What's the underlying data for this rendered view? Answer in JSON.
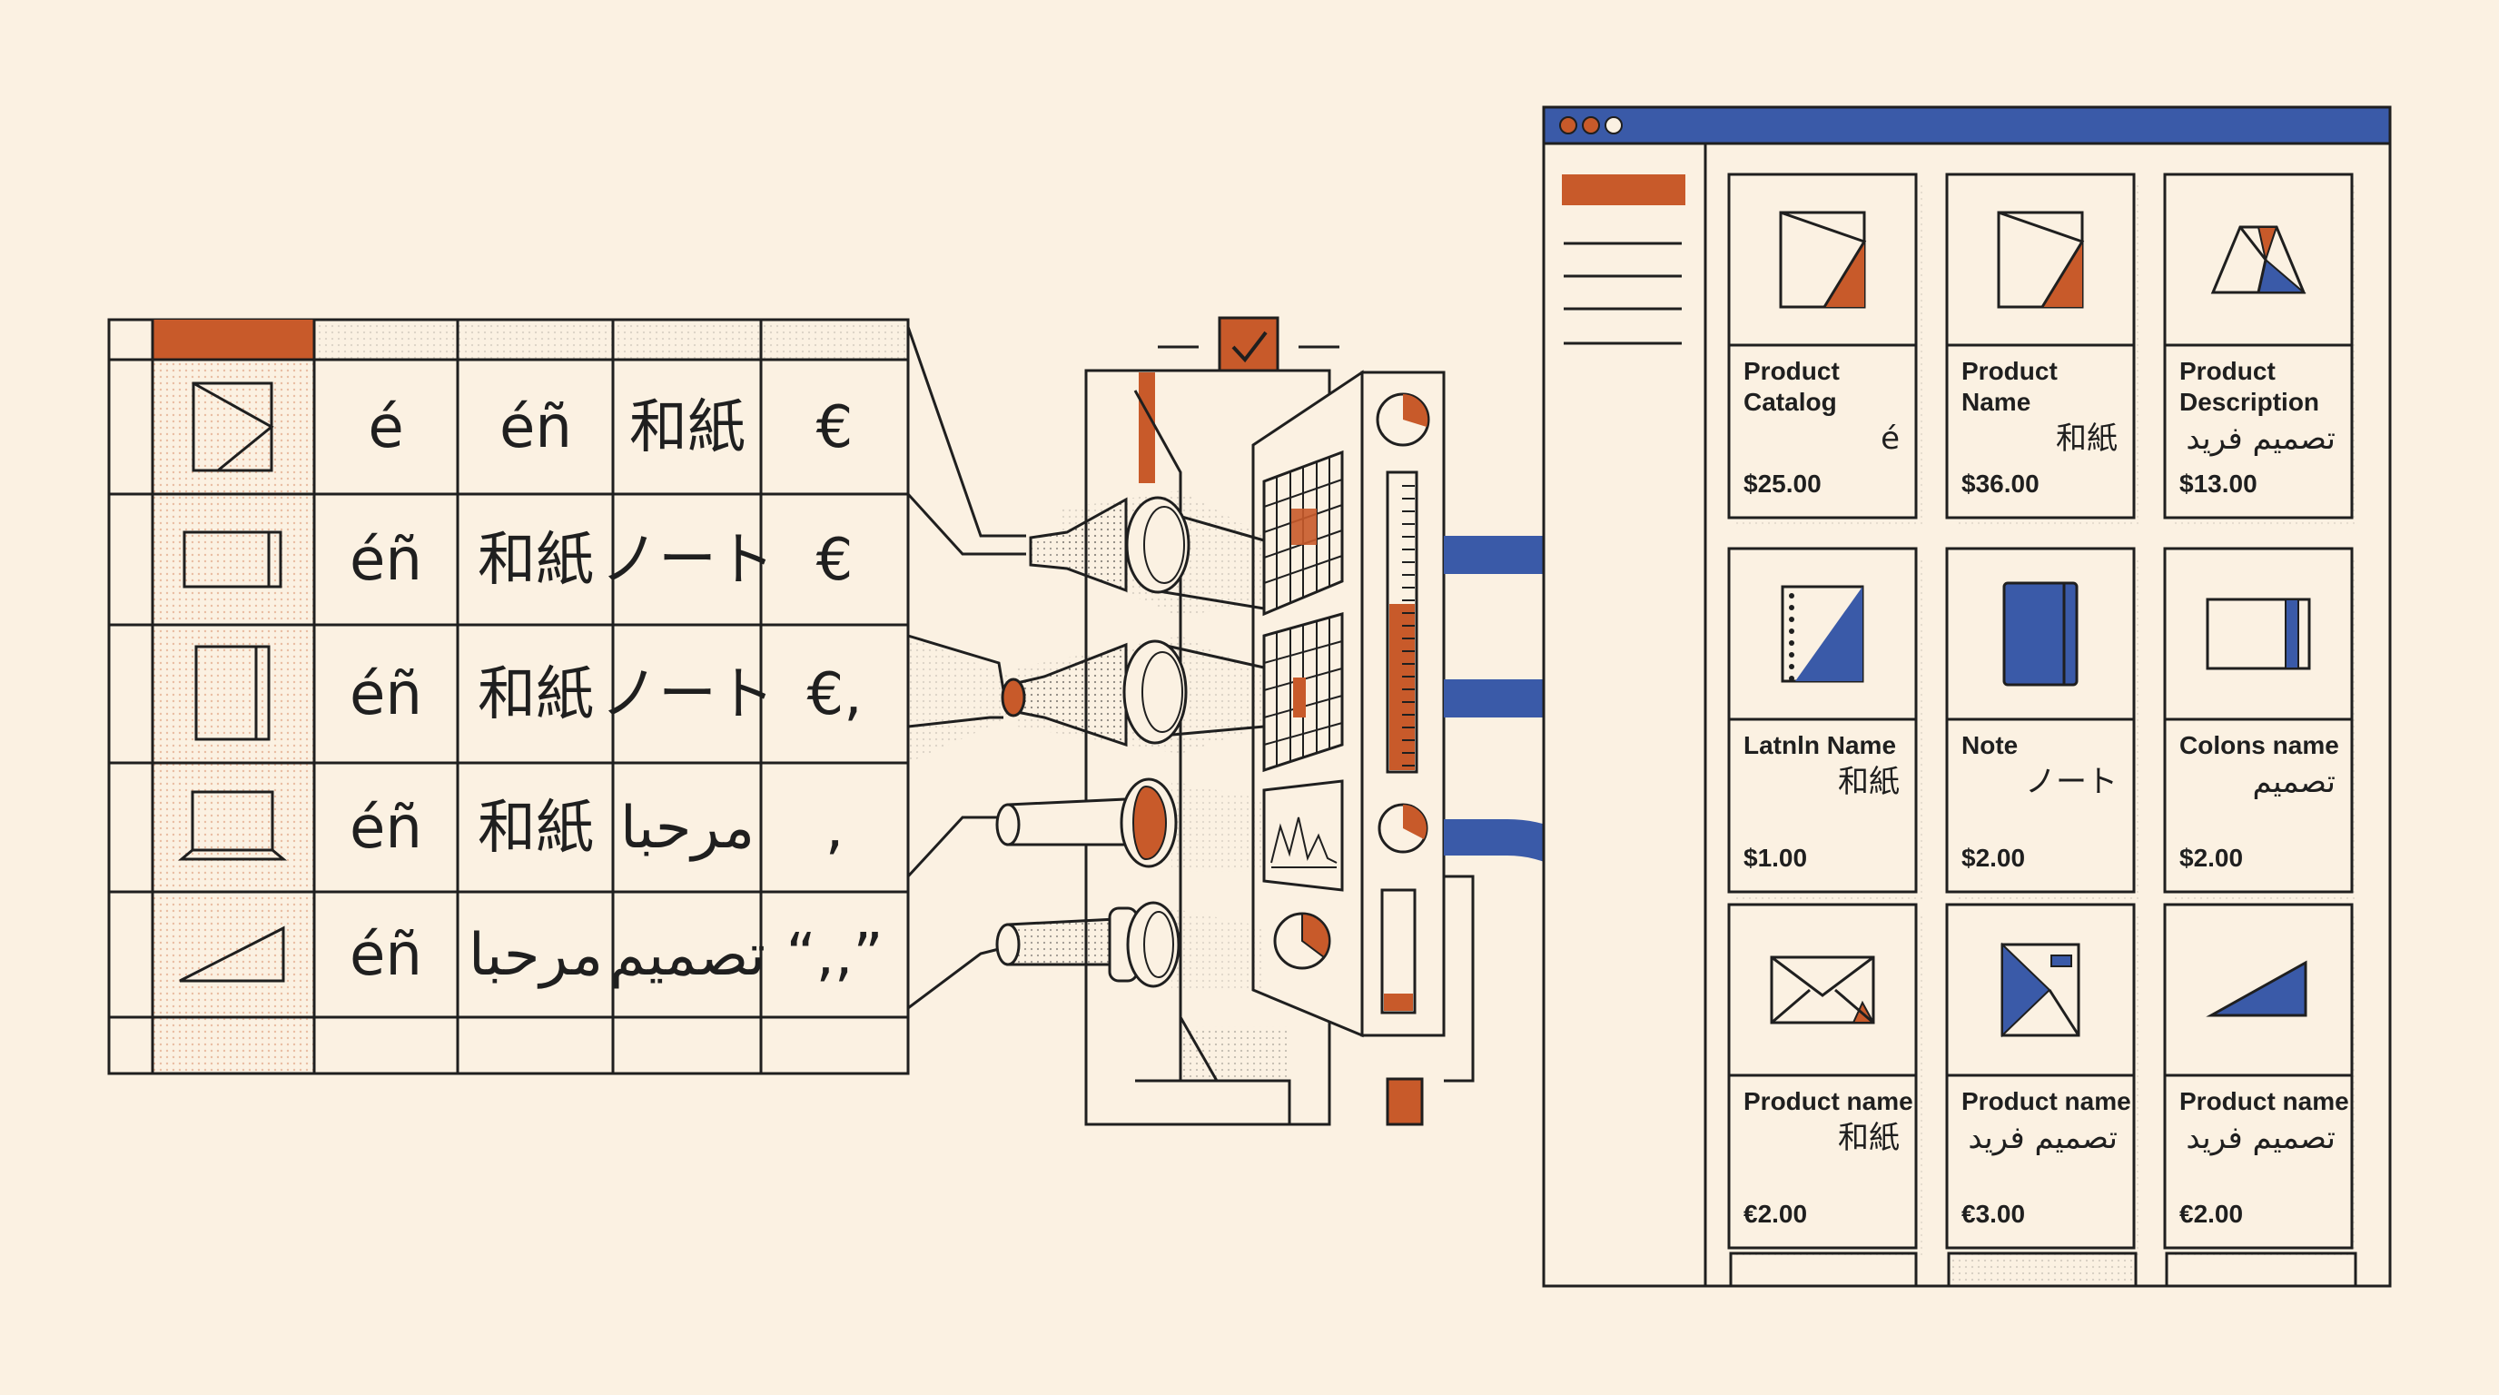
{
  "colors": {
    "background": "#fbf1e2",
    "ink": "#1f1f1f",
    "accent_orange": "#c85a2a",
    "accent_blue": "#3a5aa8"
  },
  "spreadsheet": {
    "rows": [
      {
        "icon": "image-icon",
        "cells": [
          "é",
          "éñ",
          "和紙",
          "€"
        ]
      },
      {
        "icon": "card-icon",
        "cells": [
          "éñ",
          "和紙",
          "ノート",
          "€"
        ]
      },
      {
        "icon": "notebook-icon",
        "cells": [
          "éñ",
          "和紙",
          "ノート",
          "€,"
        ]
      },
      {
        "icon": "laptop-icon",
        "cells": [
          "éñ",
          "和紙",
          "مرحبا",
          ","
        ]
      },
      {
        "icon": "triangle-icon",
        "cells": [
          "éñ",
          "مرحبا",
          "تصميم",
          "“,,”"
        ]
      }
    ]
  },
  "processor": {
    "check_icon": "checkmark-icon",
    "lenses": [
      "lens-icon",
      "lens-icon",
      "lens-icon",
      "lens-icon"
    ],
    "panels": [
      "grid-panel",
      "grid-panel",
      "line-chart-panel",
      "pie-chart-panel"
    ]
  },
  "catalog_window": {
    "title_dots": 3,
    "cards": [
      {
        "icon": "image-icon",
        "title": [
          "Product",
          "Catalog"
        ],
        "sub": "é",
        "price": "$25.00"
      },
      {
        "icon": "image-icon",
        "title": [
          "Product",
          "Name"
        ],
        "sub": "和紙",
        "price": "$36.00"
      },
      {
        "icon": "shapes-icon",
        "title": [
          "Product",
          "Description"
        ],
        "sub": "تصميم فريد",
        "price": "$13.00"
      },
      {
        "icon": "spiral-notebook-icon",
        "title": [
          "Latnln Name"
        ],
        "sub": "和紙",
        "price": "$1.00"
      },
      {
        "icon": "notebook-icon",
        "title": [
          "Note"
        ],
        "sub": "ノート",
        "price": "$2.00"
      },
      {
        "icon": "card-icon",
        "title": [
          "Colons name"
        ],
        "sub": "تصميم",
        "price": "$2.00"
      },
      {
        "icon": "envelope-icon",
        "title": [
          "Product name"
        ],
        "sub": "和紙",
        "price": "€2.00"
      },
      {
        "icon": "package-icon",
        "title": [
          "Product name"
        ],
        "sub": "تصميم فريد",
        "price": "€3.00"
      },
      {
        "icon": "triangle-icon",
        "title": [
          "Product name"
        ],
        "sub": "تصميم فريد",
        "price": "€2.00"
      }
    ]
  }
}
